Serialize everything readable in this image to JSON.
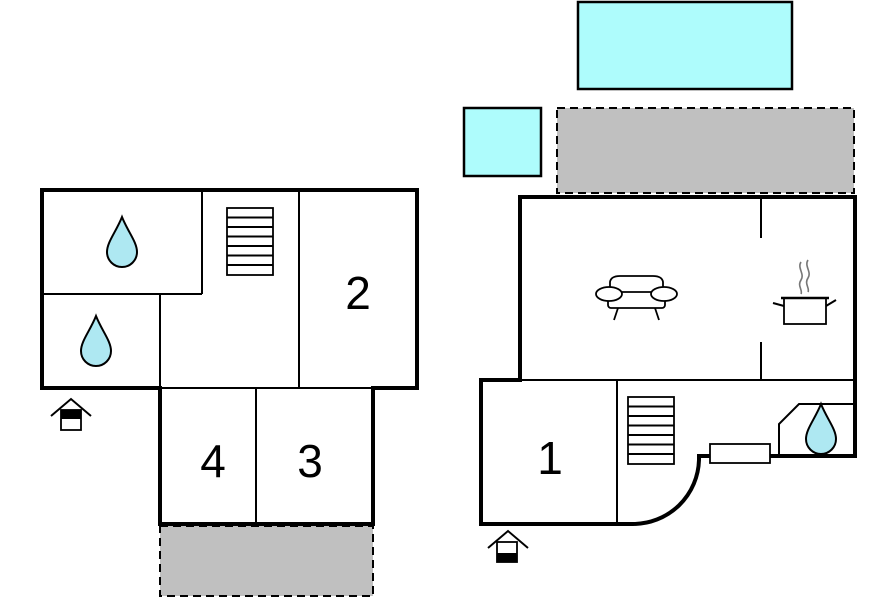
{
  "floorplan": {
    "rooms": [
      {
        "id": "room-1",
        "label": "1"
      },
      {
        "id": "room-2",
        "label": "2"
      },
      {
        "id": "room-3",
        "label": "3"
      },
      {
        "id": "room-4",
        "label": "4"
      }
    ],
    "icons": [
      "water-drop-icon",
      "stairs-icon",
      "sofa-icon",
      "cooking-pot-icon",
      "entrance-icon"
    ],
    "colors": {
      "wall": "#000000",
      "pool": "#aefcfc",
      "water": "#aee8f2",
      "terrace": "#c0c0c0",
      "background": "#ffffff"
    }
  }
}
